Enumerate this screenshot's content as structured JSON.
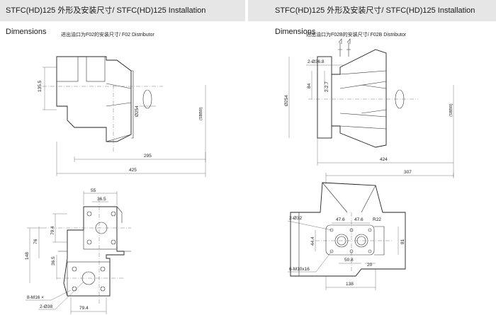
{
  "left": {
    "header": "STFC(HD)125 外形及安装尺寸/ STFC(HD)125 Installation Dimensions",
    "subtitle": "进出油口为F02的安装尺寸/ F02 Distributor",
    "dims": {
      "d135_5": "135.5",
      "d254": "Ø254",
      "d295": "295",
      "d425": "425",
      "d55": "55",
      "d36_5_top": "36.5",
      "d79_4_v": "79.4",
      "d76": "76",
      "d148": "148",
      "d36_5_v": "36.5",
      "m16": "8-M16 ×",
      "d38": "2-Ø38",
      "d79_4_h": "79.4"
    }
  },
  "right": {
    "header": "STFC(HD)125 外形及安装尺寸/ STFC(HD)125 Installation Dimensions",
    "subtitle": "进出油口为F02B的安装尺寸/ F02B Distributor",
    "dims": {
      "d36_8": "2-Ø36.8",
      "d84": "84",
      "d27": "2-2.7",
      "d254": "Ø254",
      "d424": "424",
      "d307": "307",
      "d32": "2-Ø32",
      "d47_6a": "47.6",
      "d47_6b": "47.6",
      "r22": "R22",
      "d44_4": "44.4",
      "d81": "81",
      "d50_8": "50.8",
      "d20": "20",
      "m10": "6-M10x16",
      "d138": "138"
    }
  }
}
